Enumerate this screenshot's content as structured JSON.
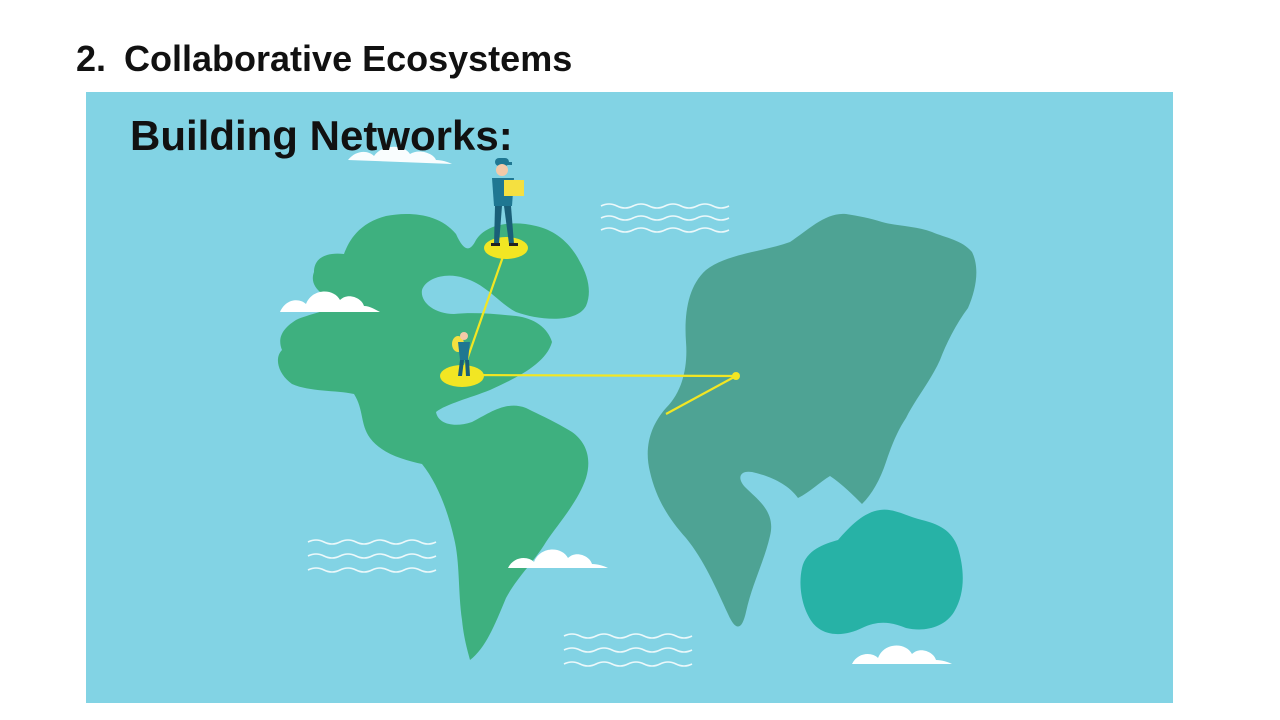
{
  "slide": {
    "number": "2.",
    "title": "Collaborative Ecosystems",
    "subtitle": "Building Networks:"
  },
  "colors": {
    "ocean": "#82d3e4",
    "americas_land": "#3eb07f",
    "old_world_land": "#4ea394",
    "oceania_land": "#27b2a6",
    "connector": "#f2e623",
    "node": "#f2e623",
    "cloud": "#ffffff",
    "wave": "#ffffff",
    "figure_body": "#1f7792",
    "figure_skin": "#f4c9a8",
    "package": "#f5e040"
  },
  "illustration": {
    "description_icons": [
      "world-map",
      "person-holding-package-icon",
      "person-with-backpack-icon",
      "cloud-icon",
      "wave-icon"
    ]
  }
}
